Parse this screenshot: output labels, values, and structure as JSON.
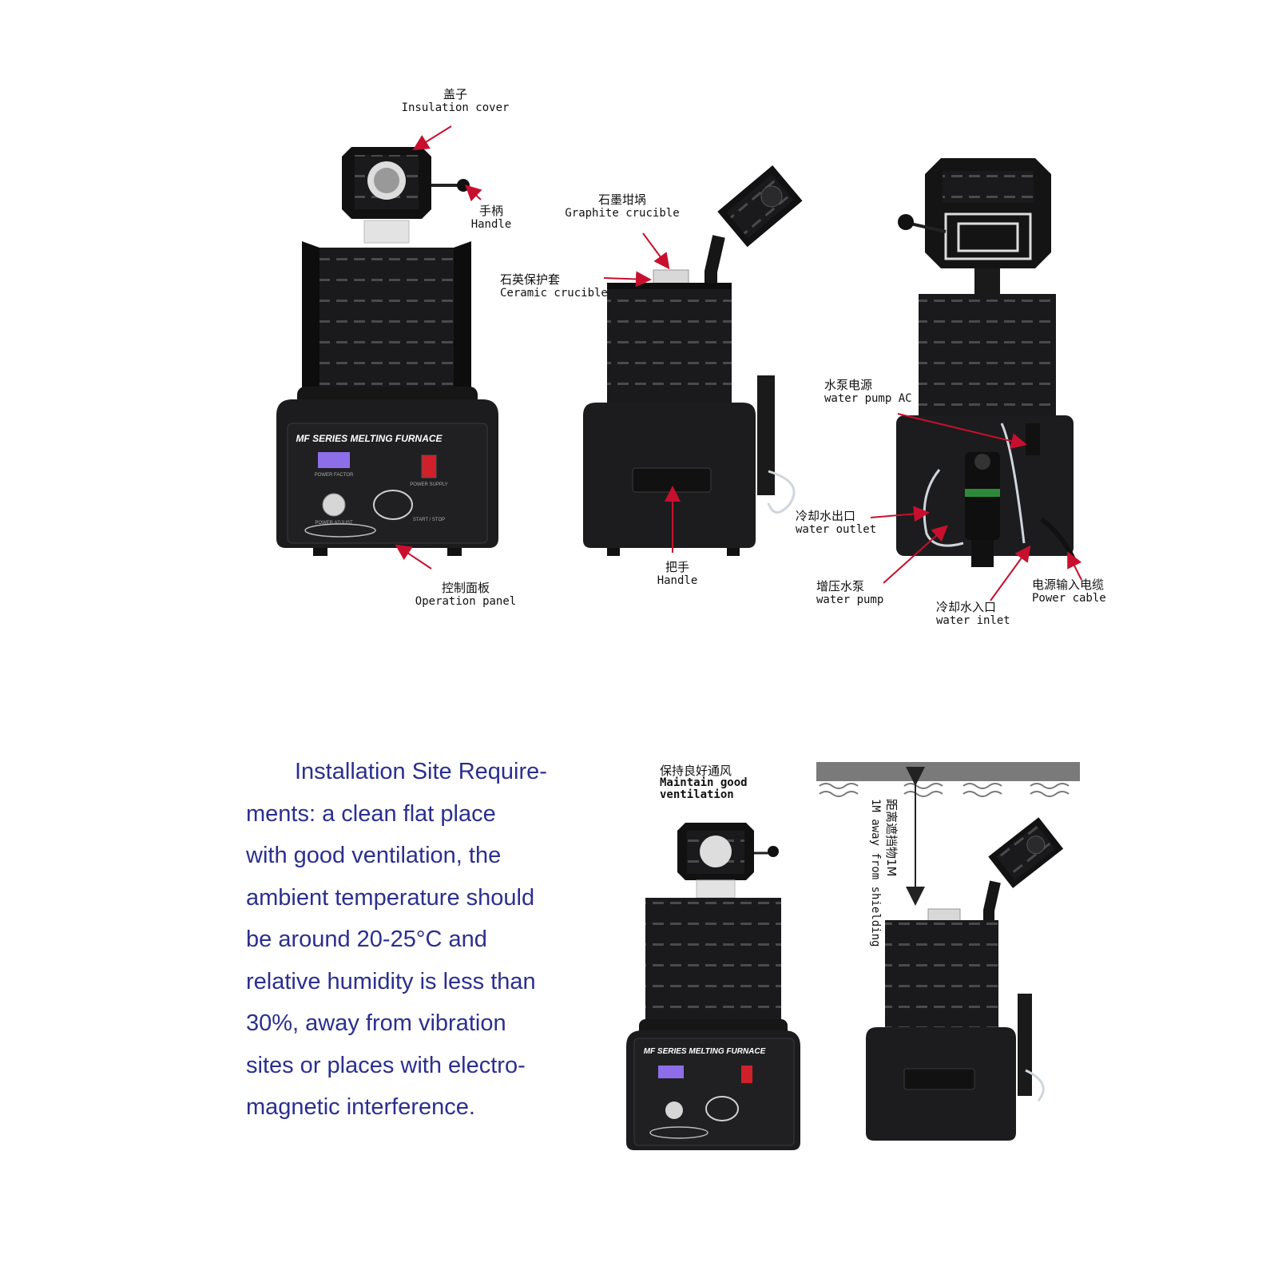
{
  "labels": {
    "insulation_cover": {
      "zh": "盖子",
      "en": "Insulation cover"
    },
    "handle_top": {
      "zh": "手柄",
      "en": "Handle"
    },
    "graphite_crucible": {
      "zh": "石墨坩埚",
      "en": "Graphite crucible"
    },
    "ceramic_crucible": {
      "zh": "石英保护套",
      "en": "Ceramic crucible"
    },
    "operation_panel": {
      "zh": "控制面板",
      "en": "Operation panel"
    },
    "handle_front": {
      "zh": "把手",
      "en": "Handle"
    },
    "water_pump_ac": {
      "zh": "水泵电源",
      "en": "water pump AC"
    },
    "water_outlet": {
      "zh": "冷却水出口",
      "en": "water outlet"
    },
    "water_pump": {
      "zh": "增压水泵",
      "en": "water pump"
    },
    "water_inlet": {
      "zh": "冷却水入口",
      "en": "water inlet"
    },
    "power_cable": {
      "zh": "电源输入电缆",
      "en": "Power cable"
    },
    "ventilation": {
      "zh": "保持良好通风",
      "en": "Maintain good ventilation"
    },
    "shielding": {
      "zh": "距离遮挡物1M",
      "en": "1M away from shielding"
    }
  },
  "panel": {
    "brand": "MF SERIES MELTING FURNACE",
    "power_factor": "POWER FACTOR",
    "power_supply": "POWER SUPPLY",
    "power_adjust": "POWER ADJUST",
    "start_stop": "START / STOP"
  },
  "requirements": [
    "Installation Site Require-",
    "ments: a clean flat place",
    "with good ventilation, the",
    "ambient temperature should",
    "be around 20-25°C and",
    "relative humidity is less than",
    "30%, away from vibration",
    "sites or places with electro-",
    "magnetic interference."
  ],
  "colors": {
    "text_blue": "#2b2f8f",
    "arrow_red": "#c8102e",
    "body_dark": "#1c1c1e",
    "display_purple": "#8d6ee8",
    "switch_red": "#d0202a"
  }
}
